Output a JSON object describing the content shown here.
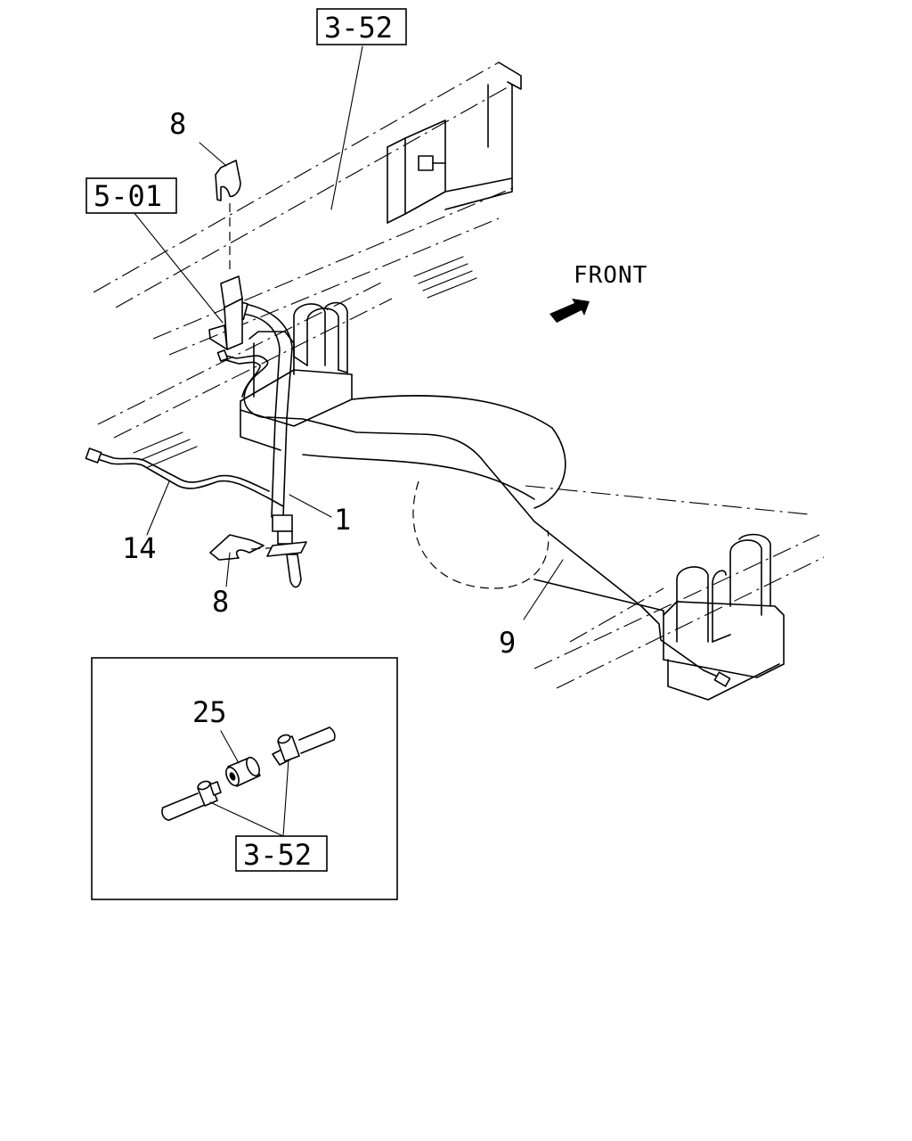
{
  "diagram": {
    "orientation_label": "FRONT",
    "callouts": {
      "ref_top": "3-52",
      "ref_left": "5-01",
      "clip_top": "8",
      "hose": "1",
      "pipe_left": "14",
      "clip_bottom": "8",
      "pipe_right": "9",
      "connector": "25",
      "ref_inset": "3-52"
    }
  }
}
